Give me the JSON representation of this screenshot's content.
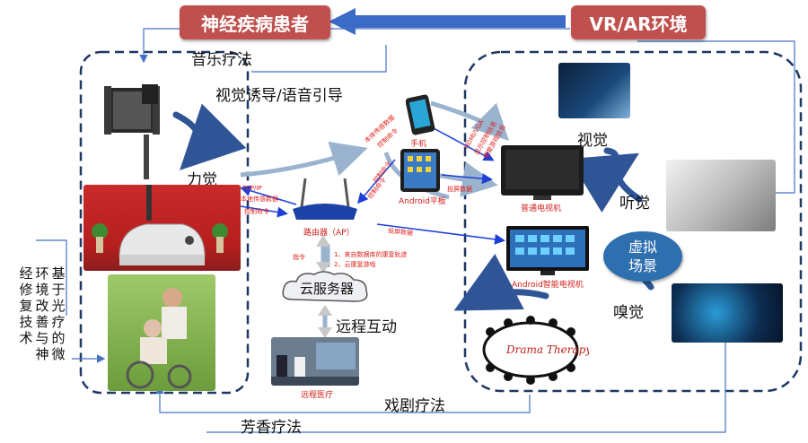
{
  "header": {
    "patient": "神经疾病患者",
    "vrar": "VR/AR环境"
  },
  "therapies": {
    "music": "音乐疗法",
    "visual_voice": "视觉诱导/语音引导",
    "drama": "戏剧疗法",
    "aroma": "芳香疗法",
    "remote": "远程互动"
  },
  "senses": {
    "force": "力觉",
    "vision": "视觉",
    "hearing": "听觉",
    "smell": "嗅觉"
  },
  "virtual_scene": [
    "虚拟",
    "场景"
  ],
  "vertical_text": {
    "col1": [
      "经",
      "修",
      "复",
      "技",
      "术"
    ],
    "col2": [
      "环",
      "境",
      "改",
      "善",
      "与",
      "神"
    ],
    "col3": [
      "基",
      "于",
      "光",
      "疗",
      "的",
      "微"
    ]
  },
  "devices": {
    "phone": "手机",
    "tablet": "Android平板",
    "router": "路由器（AP）",
    "cloud": "云服务器",
    "normal_tv": "普通电视机",
    "smart_tv": "Android智能电视机",
    "remote_medical": "远程医疗",
    "drama_art": "Drama Therapy"
  },
  "annotations": {
    "tcp_ip": "TCP/IP",
    "local_data": "本地传感数据",
    "control_cmd": "控制命令",
    "instruction": "指令",
    "data_pull_1": "1、来自数据库的康复轨迹",
    "data_pull_2": "2、云康复游戏",
    "phone_a1": "本体传感数据",
    "phone_a2": "控制命令",
    "phone_b1": "控制命令",
    "tablet_a": "控制命令",
    "tablet_b": "控制命令",
    "screen_1": "投屏数据",
    "screen_2": "投屏数据",
    "hdmi_1": "HDMI/VGA",
    "hdmi_2": "显示控制信息",
    "hdmi_3": "康复游戏信息"
  },
  "colors": {
    "title_red": "#c0504d",
    "arrow_blue": "#2f5597",
    "dash_navy": "#1f3864",
    "line_blue": "#4472c4",
    "scene_blue": "#2e6fb0"
  }
}
